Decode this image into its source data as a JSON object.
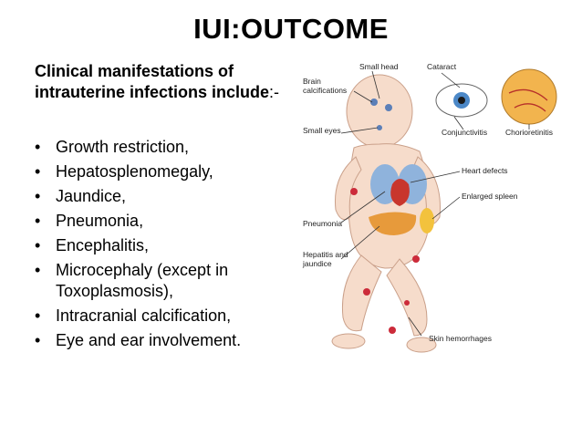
{
  "slide": {
    "title": "IUI:OUTCOME",
    "intro_bold": "Clinical manifestations of intrauterine infections include",
    "intro_tail": ":-",
    "bullet_glyph": "•",
    "bullets": [
      "Growth restriction,",
      "Hepatosplenomegaly,",
      "Jaundice,",
      "Pneumonia,",
      "Encephalitis,",
      "Microcephaly (except in Toxoplasmosis),",
      "Intracranial calcification,",
      "Eye and ear involvement."
    ]
  },
  "illustration": {
    "labels": {
      "small_head": "Small head",
      "cataract": "Cataract",
      "brain_1": "Brain",
      "brain_2": "calcifications",
      "small_eyes": "Small eyes",
      "conjunctivitis": "Conjunctivitis",
      "chorioretinitis": "Chorioretinitis",
      "heart_defects": "Heart defects",
      "enlarged_spleen": "Enlarged spleen",
      "pneumonia": "Pneumonia",
      "hepatitis_1": "Hepatitis and",
      "hepatitis_2": "jaundice",
      "skin_hemorrhages": "Skin hemorrhages"
    },
    "colors": {
      "skin": "#f6dccb",
      "lung": "#8fb3dc",
      "heart": "#c8362d",
      "liver": "#e79a3b",
      "spleen": "#f3c23d",
      "hemorrhage": "#cc2b3a",
      "retina": "#f2b44e"
    }
  }
}
